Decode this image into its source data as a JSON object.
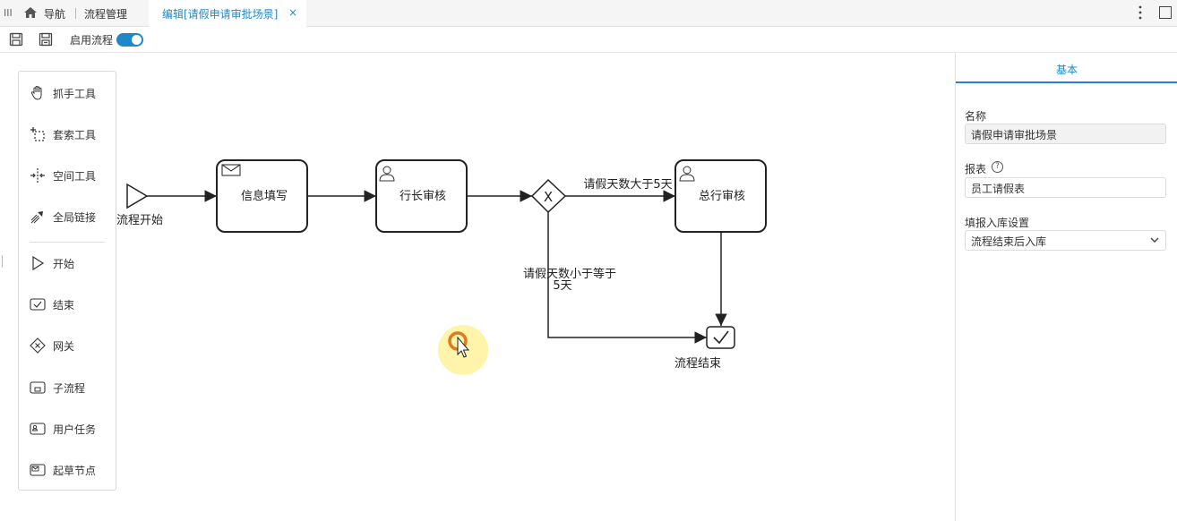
{
  "tabs": {
    "menu_glyph": "III",
    "nav_label": "导航",
    "process_mgmt_label": "流程管理",
    "active_label": "编辑[请假申请审批场景]",
    "close_glyph": "×"
  },
  "toolbar": {
    "enable_label": "启用流程",
    "enabled": true
  },
  "palette": {
    "items": [
      {
        "label": "抓手工具",
        "icon": "hand-icon"
      },
      {
        "label": "套索工具",
        "icon": "lasso-icon"
      },
      {
        "label": "空间工具",
        "icon": "space-icon"
      },
      {
        "label": "全局链接",
        "icon": "connect-icon"
      },
      {
        "label": "开始",
        "icon": "start-event-icon"
      },
      {
        "label": "结束",
        "icon": "end-event-icon"
      },
      {
        "label": "网关",
        "icon": "gateway-icon"
      },
      {
        "label": "子流程",
        "icon": "subprocess-icon"
      },
      {
        "label": "用户任务",
        "icon": "user-task-icon"
      },
      {
        "label": "起草节点",
        "icon": "draft-node-icon"
      }
    ]
  },
  "diagram": {
    "start_label": "流程开始",
    "task1_label": "信息填写",
    "task2_label": "行长审核",
    "task3_label": "总行审核",
    "end_label": "流程结束",
    "flow_gt5_label": "请假天数大于5天",
    "flow_le5_line1": "请假天数小于等于",
    "flow_le5_line2": "5天",
    "gateway_mark": "X"
  },
  "panel": {
    "tab_label": "基本",
    "name_label": "名称",
    "name_value": "请假申请审批场景",
    "form_label": "报表",
    "help_glyph": "?",
    "form_value": "员工请假表",
    "storage_label": "填报入库设置",
    "storage_value": "流程结束后入库"
  },
  "colors": {
    "accent": "#1e88c8",
    "stroke": "#222222",
    "halo": "#fff08c",
    "cursor_ring": "#e07a1f"
  }
}
